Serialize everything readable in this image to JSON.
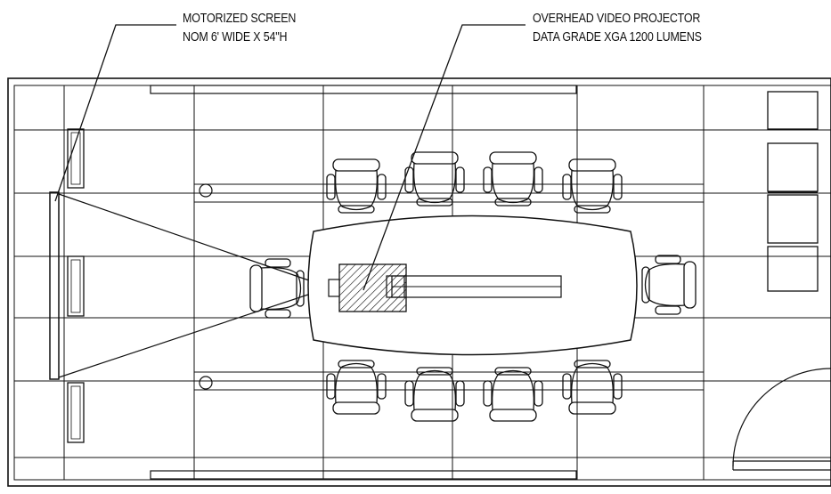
{
  "callouts": {
    "screen": {
      "line1": "MOTORIZED SCREEN",
      "line2": "NOM 6' WIDE X 54\"H"
    },
    "projector": {
      "line1": "OVERHEAD VIDEO PROJECTOR",
      "line2": "DATA GRADE XGA 1200 LUMENS"
    }
  },
  "furniture": {
    "chairs_top_row": 4,
    "chairs_bottom_row": 4,
    "chairs_end": 2
  },
  "colors": {
    "line": "#111111",
    "background": "#ffffff"
  }
}
